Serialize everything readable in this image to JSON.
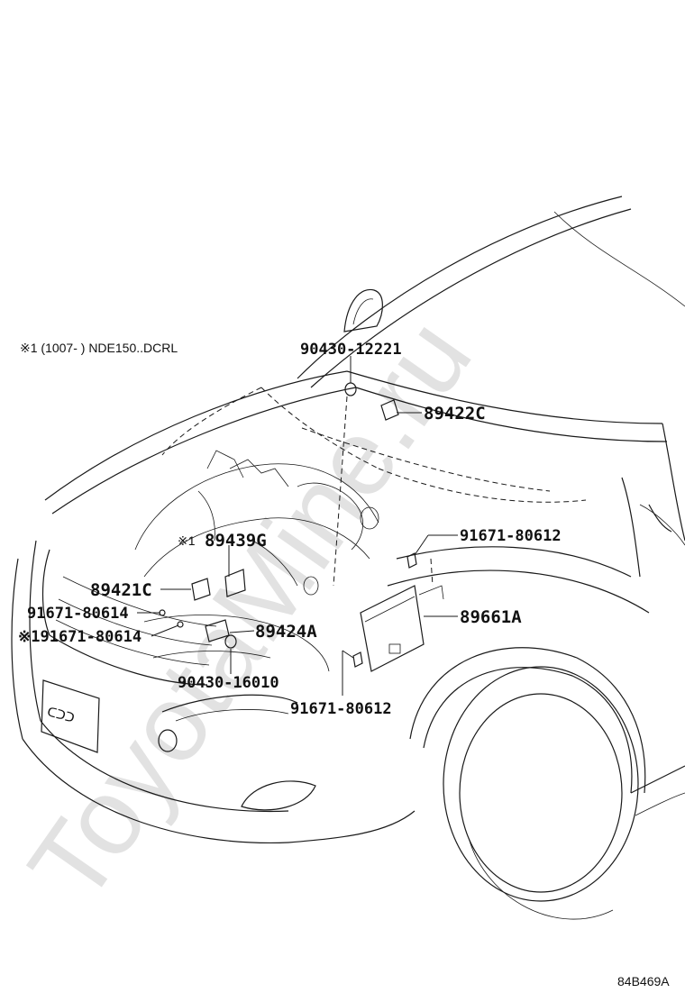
{
  "watermark": "ToyotaMine.ru",
  "note": "※1 (1007-      ) NDE150..DCRL",
  "drawing_code": "84B469A",
  "callouts": {
    "p90430_12221": "90430-12221",
    "p89422C": "89422C",
    "p91671_80612_top": "91671-80612",
    "p89439G_mark": "※1",
    "p89439G": "89439G",
    "p89421C": "89421C",
    "p89661A": "89661A",
    "p91671_80614_a": "91671-80614",
    "p91671_80614_b": "※191671-80614",
    "p89424A": "89424A",
    "p90430_16010": "90430-16010",
    "p91671_80612_bot": "91671-80612"
  }
}
